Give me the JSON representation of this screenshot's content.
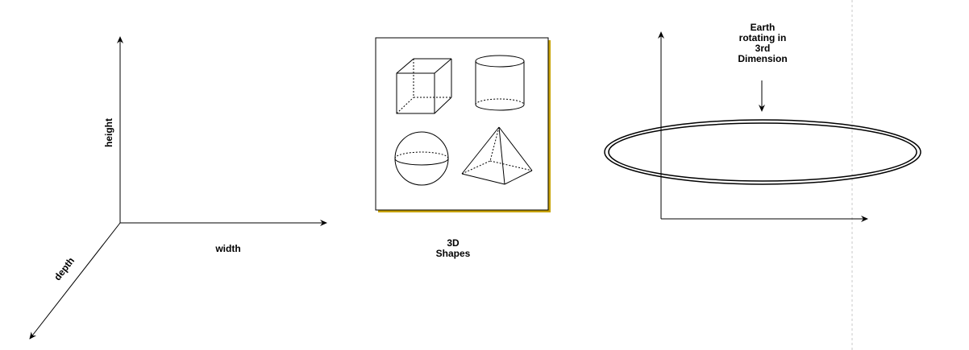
{
  "axes": {
    "height_label": "height",
    "width_label": "width",
    "depth_label": "depth"
  },
  "shapes_panel": {
    "caption_line1": "3D",
    "caption_line2": "Shapes",
    "shadow_color": "#c8a200"
  },
  "earth": {
    "label_line1": "Earth",
    "label_line2": "rotating in",
    "label_line3": "3rd",
    "label_line4": "Dimension"
  },
  "colors": {
    "stroke": "#000000",
    "page_divider": "#c8c8c8"
  }
}
